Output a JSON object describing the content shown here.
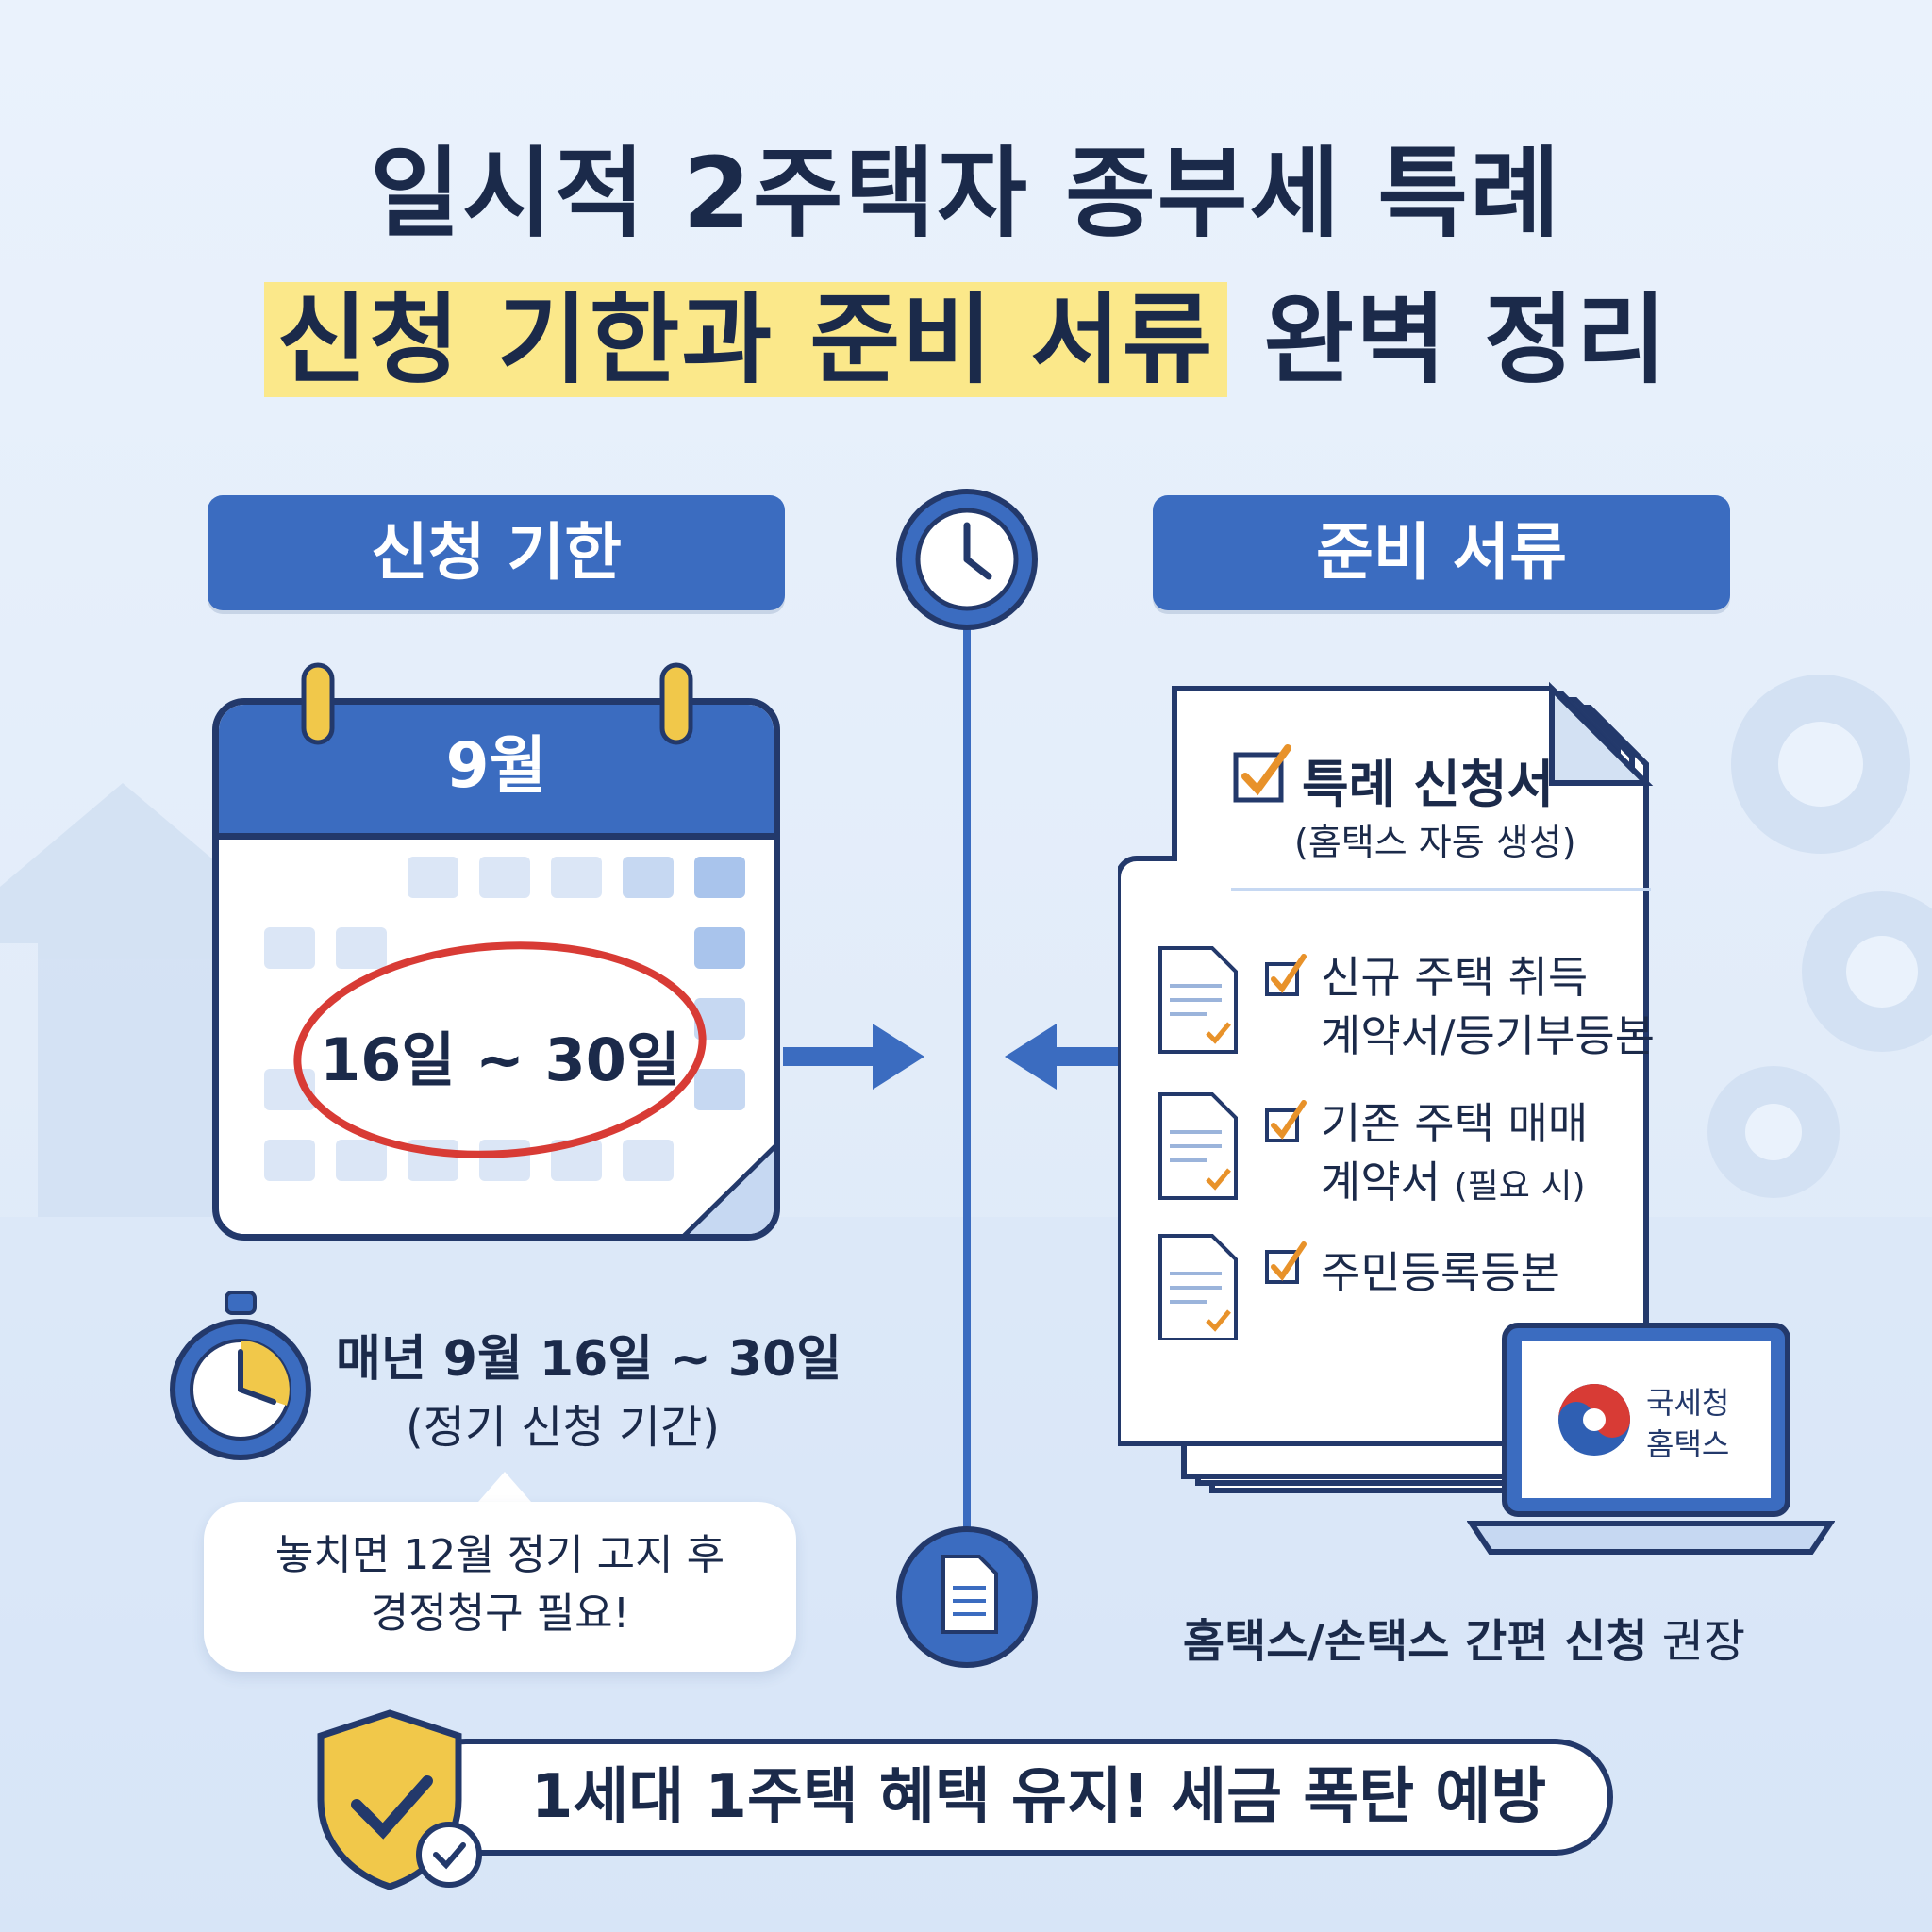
{
  "title": {
    "line1": "일시적 2주택자 종부세 특례",
    "line2_highlight": "신청 기한과 준비 서류",
    "line2_rest": "완벽 정리"
  },
  "left": {
    "header": "신청 기한",
    "calendar_month": "9월",
    "calendar_range": "16일 ~ 30일",
    "period_main": "매년 9월 16일 ~ 30일",
    "period_sub": "(정기 신청 기간)",
    "bubble_line1": "놓치면 12월 정기 고지 후",
    "bubble_line2": "경정청구 필요!"
  },
  "right": {
    "header": "준비 서류",
    "doc_title": "특례 신청서",
    "doc_sub": "(홈택스 자동 생성)",
    "items": [
      {
        "line1": "신규 주택 취득",
        "line2": "계약서/등기부등본",
        "note": ""
      },
      {
        "line1": "기존 주택 매매",
        "line2": "계약서",
        "note": "(필요 시)"
      },
      {
        "line1": "주민등록등본",
        "line2": "",
        "note": ""
      }
    ],
    "laptop_line1": "국세청",
    "laptop_line2": "홈택스",
    "note_bold": "홈택스/손택스 간편 신청",
    "note_rest": "권장"
  },
  "banner": {
    "text": "1세대 1주택 혜택 유지! 세금 폭탄 예방"
  },
  "colors": {
    "navy": "#1b2a4a",
    "blue": "#3b6cc0",
    "highlight": "#fbe88a",
    "check_orange": "#e8922a",
    "circle_red": "#d83b35"
  }
}
